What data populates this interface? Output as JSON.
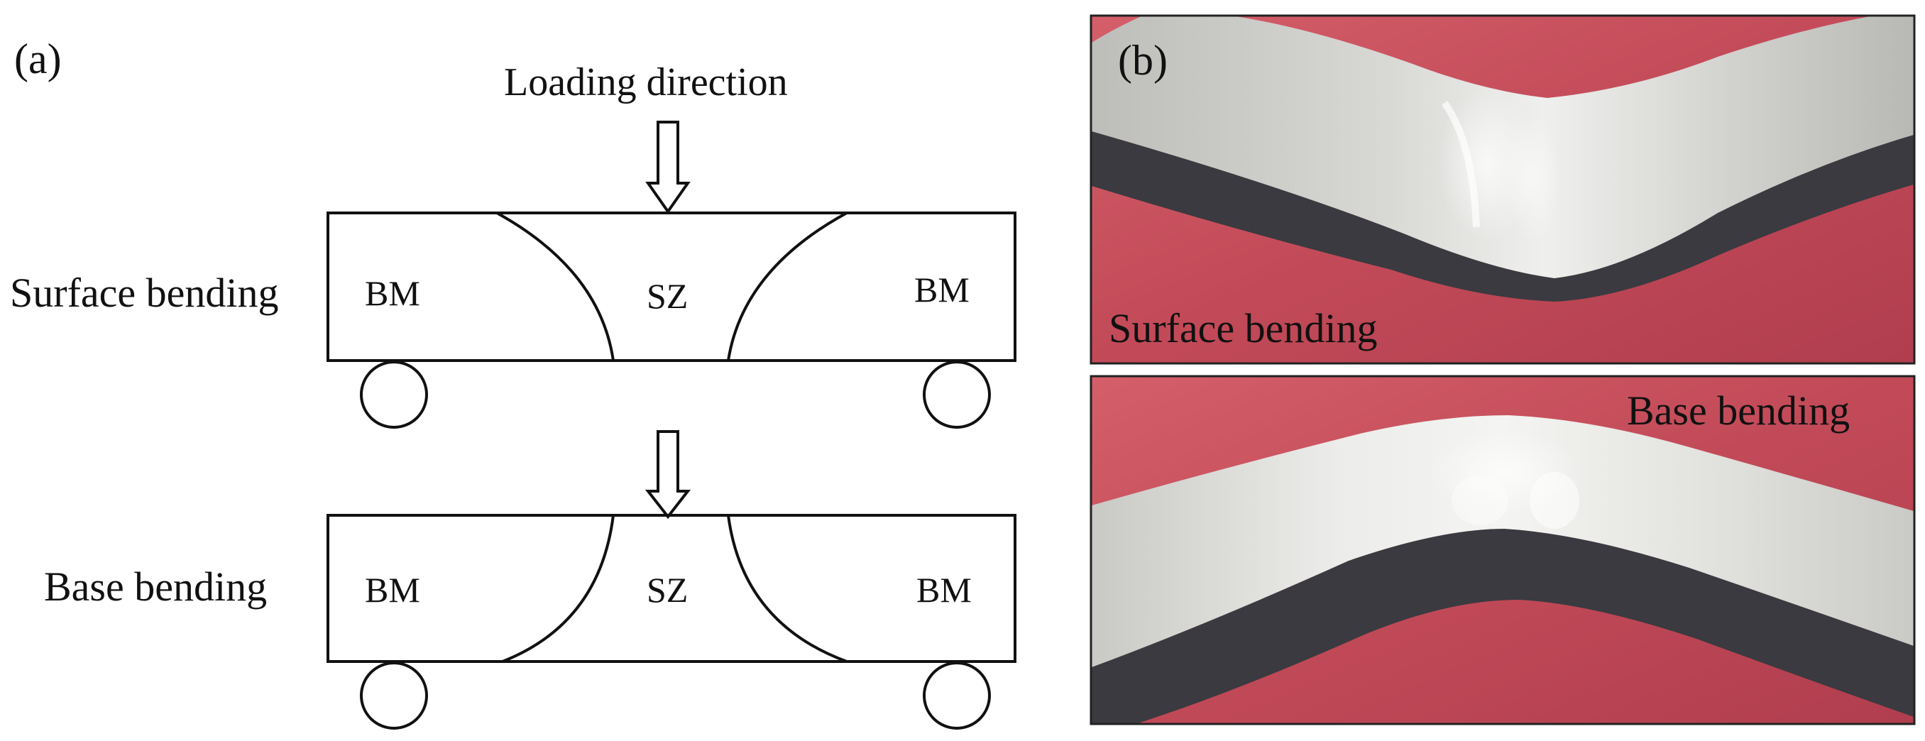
{
  "panel_a": {
    "label": "(a)",
    "loading_label": "Loading direction",
    "top_specimen": {
      "name": "Surface bending",
      "left_zone": "BM",
      "center_zone": "SZ",
      "right_zone": "BM"
    },
    "bottom_specimen": {
      "name": "Base bending",
      "left_zone": "BM",
      "center_zone": "SZ",
      "right_zone": "BM"
    }
  },
  "panel_b": {
    "label": "(b)",
    "top_photo_caption": "Surface bending",
    "bottom_photo_caption": "Base bending"
  },
  "colors": {
    "background": "#c8505e",
    "metal_light": "#e6e6e4",
    "metal_dark": "#3e3e44",
    "line": "#111111"
  }
}
